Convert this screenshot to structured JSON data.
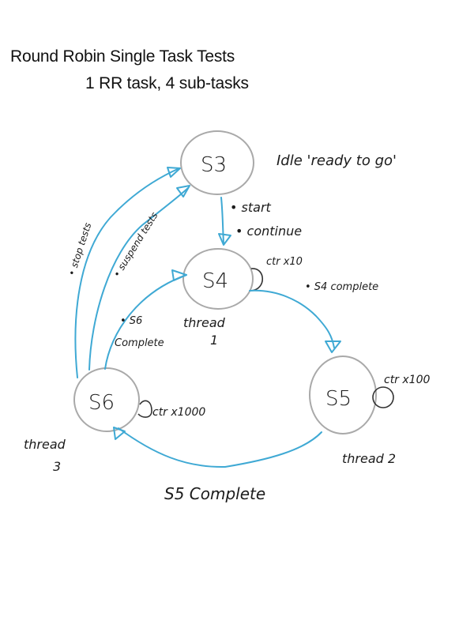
{
  "header": {
    "title": "Round Robin Single Task Tests",
    "subtitle": "1 RR task, 4 sub-tasks"
  },
  "colors": {
    "transition": "#3fa9d4",
    "state_outline": "#a9a9a9",
    "ink": "#1c1c1c"
  },
  "states": [
    {
      "id": "S3",
      "label": "S3",
      "note": "Idle 'ready to go'"
    },
    {
      "id": "S4",
      "label": "S4",
      "thread": "thread 1",
      "self_loop": "ctr x10"
    },
    {
      "id": "S5",
      "label": "S5",
      "thread": "thread 2",
      "self_loop": "ctr x100"
    },
    {
      "id": "S6",
      "label": "S6",
      "thread": "thread 3",
      "self_loop": "ctr x1000"
    }
  ],
  "transitions": [
    {
      "from": "S3",
      "to": "S4",
      "labels": [
        "• start",
        "• continue"
      ]
    },
    {
      "from": "S4",
      "to": "S5",
      "labels": [
        "• S4 complete"
      ]
    },
    {
      "from": "S5",
      "to": "S6",
      "labels": [
        "S5 Complete"
      ]
    },
    {
      "from": "S6",
      "to": "S4",
      "labels": [
        "• S6",
        "Complete"
      ]
    },
    {
      "from": "S6",
      "to": "S3",
      "labels": [
        "• suspend tests"
      ]
    },
    {
      "from": "S6",
      "to": "S3",
      "labels": [
        "• stop tests"
      ]
    }
  ],
  "thread_labels": {
    "s4_line1": "thread",
    "s4_line2": "1",
    "s5": "thread 2",
    "s6_line1": "thread",
    "s6_line2": "3"
  },
  "s6_complete": {
    "line1": "• S6",
    "line2": "Complete"
  }
}
